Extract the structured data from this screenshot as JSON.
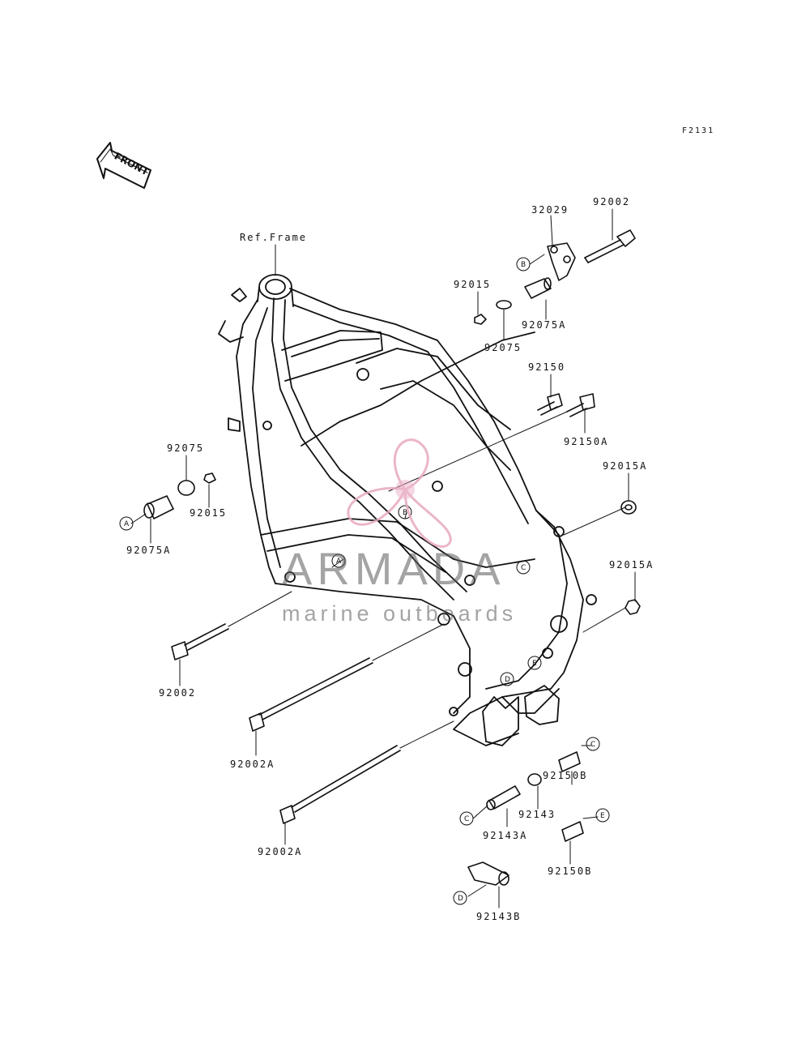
{
  "diagram_code": "F2131",
  "front_label": "FRONT",
  "ref_frame_label": "Ref.Frame",
  "watermark": {
    "title": "ARMADA",
    "subtitle": "marine outboards",
    "logo_color": "#e8a9c1",
    "text_color": "#8a8a8a"
  },
  "parts": [
    {
      "id": "p32029",
      "number": "32029"
    },
    {
      "id": "p92002_top",
      "number": "92002"
    },
    {
      "id": "p92015_top",
      "number": "92015"
    },
    {
      "id": "p92075A_top",
      "number": "92075A"
    },
    {
      "id": "p92075_top",
      "number": "92075"
    },
    {
      "id": "p92150",
      "number": "92150"
    },
    {
      "id": "p92150A",
      "number": "92150A"
    },
    {
      "id": "p92075_left",
      "number": "92075"
    },
    {
      "id": "p92015_left",
      "number": "92015"
    },
    {
      "id": "p92075A_left",
      "number": "92075A"
    },
    {
      "id": "p92015A_1",
      "number": "92015A"
    },
    {
      "id": "p92015A_2",
      "number": "92015A"
    },
    {
      "id": "p92002_left",
      "number": "92002"
    },
    {
      "id": "p92002A_1",
      "number": "92002A"
    },
    {
      "id": "p92002A_2",
      "number": "92002A"
    },
    {
      "id": "p92150B_1",
      "number": "92150B"
    },
    {
      "id": "p92143",
      "number": "92143"
    },
    {
      "id": "p92143A",
      "number": "92143A"
    },
    {
      "id": "p92150B_2",
      "number": "92150B"
    },
    {
      "id": "p92143B",
      "number": "92143B"
    }
  ],
  "reference_markers": [
    "A",
    "B",
    "C",
    "D",
    "E"
  ]
}
